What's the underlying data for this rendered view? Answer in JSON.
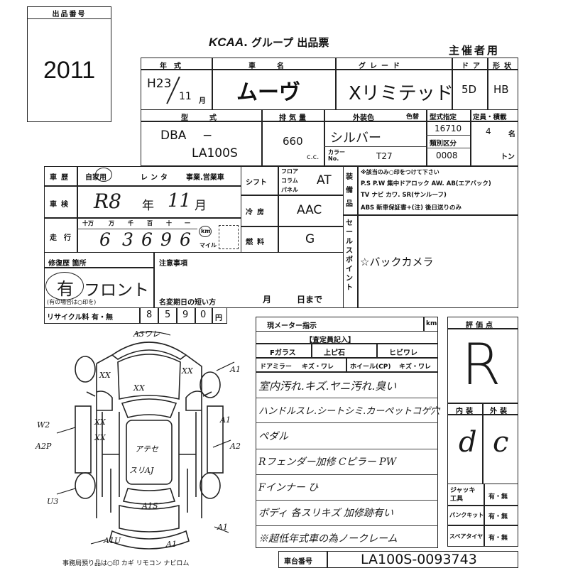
{
  "lot_box": {
    "header": "出品番号",
    "value": "2011"
  },
  "top": {
    "title_logo": "KCAA",
    "title_rest": ". グループ 出品票",
    "organizer": "主催者用"
  },
  "row1": {
    "year_header": "年式",
    "year_era": "H23",
    "year_month": "11",
    "month_suffix": "月",
    "name_header": "車名",
    "name": "ムーヴ",
    "grade_header": "グレード",
    "grade": "Xリミテッド",
    "door_header": "ドア",
    "door": "5D",
    "body_header": "形状",
    "body": "HB"
  },
  "row2": {
    "model_header": "型式",
    "model_prefix": "DBA",
    "model_dash": "−",
    "model": "LA100S",
    "disp_header": "排気量",
    "disp": "660",
    "disp_unit": "c.c.",
    "color_header": "外装色",
    "color_header2": "色替",
    "color": "シルバー",
    "color_code_label": "カラーNo.",
    "color_code": "T27",
    "type_num_label": "型式指定",
    "type_num": "16710",
    "class_label": "類別区分",
    "class_num": "0008",
    "cap_label": "定員・積載",
    "cap": "4",
    "cap_unit": "名",
    "load_unit": "トン"
  },
  "history": {
    "label": "車歴",
    "options": [
      "自家用",
      "レンタ",
      "事業.営業車"
    ],
    "inspection_label": "車検",
    "inspection_year": "R8",
    "inspection_year_unit": "年",
    "inspection_month": "11",
    "inspection_month_unit": "月",
    "mileage_label": "走行",
    "mileage_place_labels": [
      "十万",
      "万",
      "千",
      "百",
      "十",
      "一"
    ],
    "mileage_digits": [
      "",
      "6",
      "3",
      "6",
      "9",
      "6"
    ],
    "km": "km",
    "mile": "マイル"
  },
  "spec": {
    "shift_label": "シフト",
    "shift_opts": [
      "フロア",
      "コラム",
      "パネル"
    ],
    "shift": "AT",
    "aircon_label": "冷房",
    "aircon": "AAC",
    "fuel_label": "燃料",
    "fuel": "G"
  },
  "equipment": {
    "side_label": "装備品",
    "note": "※該当のみ○印をつけて下さい",
    "line1": "P.S  P.W  集中ドアロック AW. AB(エアバック)",
    "line2": "TV  ナビ  カワ.  SR(サンルーフ)",
    "line3": "ABS  新車保証書+(注) 後日送りのみ"
  },
  "sales_point": {
    "label": "セールスポイント",
    "text": "☆バックカメラ"
  },
  "repair": {
    "label": "修復歴 箇所",
    "sub": "(有の場合は○印を)",
    "value": "有",
    "part": "フロント"
  },
  "notes": {
    "label": "注意事項",
    "expiry": "名変期日の短い方",
    "month": "月",
    "day": "日まで"
  },
  "recycle": {
    "label": "リサイクル料 有・無",
    "digits": [
      "",
      "8",
      "5",
      "9",
      "0"
    ],
    "unit": "円"
  },
  "meter": {
    "label": "現メーター指示",
    "unit": "km"
  },
  "inspector": {
    "title": "【査定員記入】",
    "glass": "Fガラス",
    "glass_opts": "上ピ石",
    "glass_opts2": "ヒビワレ",
    "mirror": "ドアミラー",
    "mirror_opts": "キズ・ワレ",
    "wheel": "ホイール(CP)",
    "wheel_opts": "キズ・ワレ",
    "comments": [
      "室内汚れ.キズ.ヤニ汚れ.臭い",
      "ハンドルスレ.シートシミ.カーペットコゲ穴",
      "ペダル",
      "Rフェンダー加修 Cピラー PW",
      "Fインナー ひ",
      "ボディ 各スリキズ 加修跡有い"
    ],
    "footer": "※超低年式車の為ノークレーム"
  },
  "score": {
    "header": "評価点",
    "value": "R",
    "inner_label": "内装",
    "outer_label": "外装",
    "inner": "d",
    "outer": "c"
  },
  "tools": {
    "jack": "ジャッキ工具",
    "jack_opt": "有・無",
    "punk": "パンクキット",
    "punk_opt": "有・無",
    "spare": "スペアタイヤ",
    "spare_opt": "有・無"
  },
  "chassis": {
    "label": "車台番号",
    "value": "LA100S-0093743"
  },
  "bottom": {
    "text": "事務局預り品は○印  カギ  リモコン  ナビロム"
  },
  "diagram": {
    "marks": [
      "A3ワレ",
      "XX",
      "XX",
      "XX",
      "A1",
      "XX",
      "A1",
      "W2",
      "A2P",
      "XX",
      "A2",
      "アテセ",
      "スリAJ",
      "U3",
      "A1S",
      "A1",
      "A1",
      "A1U"
    ]
  }
}
